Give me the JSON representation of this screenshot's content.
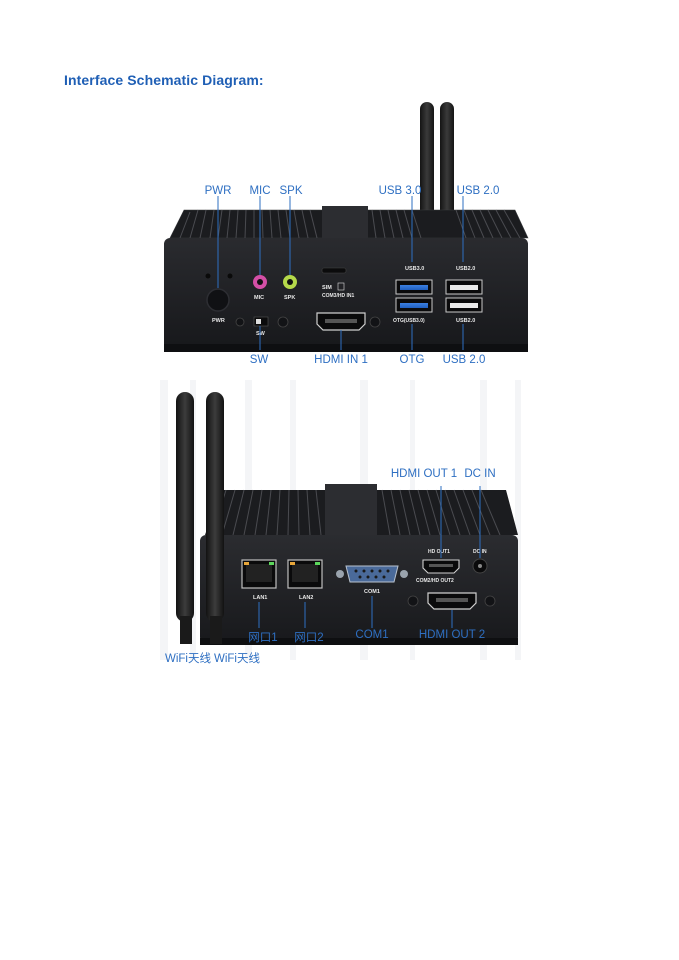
{
  "heading": "Interface Schematic  Diagram:",
  "front_view": {
    "callouts_top": {
      "pwr": "PWR",
      "mic": "MIC",
      "spk": "SPK",
      "usb30": "USB 3.0",
      "usb20_top": "USB 2.0"
    },
    "callouts_bottom": {
      "sw": "SW",
      "hdmi_in1": "HDMI IN 1",
      "otg": "OTG",
      "usb20_bottom": "USB 2.0"
    },
    "panel_labels": {
      "pwr": "PWR",
      "mic": "MIC",
      "spk": "SPK",
      "sim": "SIM",
      "com3_hdin1": "COM3/HD IN1",
      "usb30": "USB3.0",
      "usb20_top": "USB2.0",
      "otg": "OTG(USB3.0)",
      "usb20_bottom": "USB2.0",
      "sw": "SW"
    }
  },
  "rear_view": {
    "callouts_top": {
      "hdmi_out1": "HDMI OUT 1",
      "dc_in": "DC IN"
    },
    "callouts_bottom": {
      "wifi1": "WiFi天线",
      "wifi2": "WiFi天线",
      "lan1": "网口1",
      "lan2": "网口2",
      "com1": "COM1",
      "hdmi_out2": "HDMI OUT 2"
    },
    "panel_labels": {
      "lan1": "LAN1",
      "lan2": "LAN2",
      "com1": "COM1",
      "hd_out1": "HD OUT1",
      "dc_in": "DC IN",
      "com2_hd_out2": "COM2/HD OUT2"
    }
  },
  "colors": {
    "heading": "#1f5fb5",
    "callout": "#2e6fc2",
    "chassis": "#1d1e21"
  }
}
